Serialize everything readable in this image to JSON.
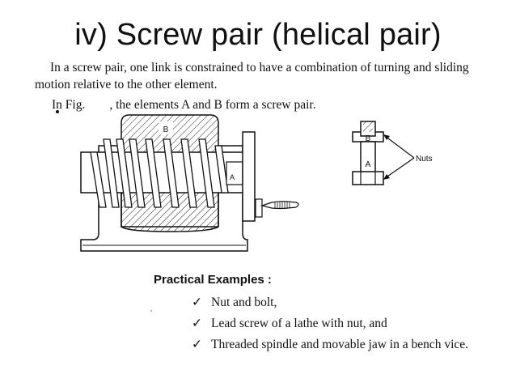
{
  "slide": {
    "title": "iv) Screw pair (helical pair)",
    "para_line1": "In a screw pair, one link is constrained to have a combination of turning and sliding",
    "para_line2": "motion relative to the other element.",
    "fig_prefix": "In Fig.",
    "fig_suffix": ", the elements A and B form a screw pair."
  },
  "diagram": {
    "label_b": "B",
    "label_a": "A",
    "side_label_b": "B",
    "side_label_a": "A",
    "nuts_label": "Nuts"
  },
  "examples": {
    "heading": "Practical Examples :",
    "check_glyph": "✓",
    "items": [
      "Nut and bolt,",
      "Lead screw of a lathe with nut,  and",
      "Threaded spindle and movable jaw in a bench vice."
    ]
  }
}
